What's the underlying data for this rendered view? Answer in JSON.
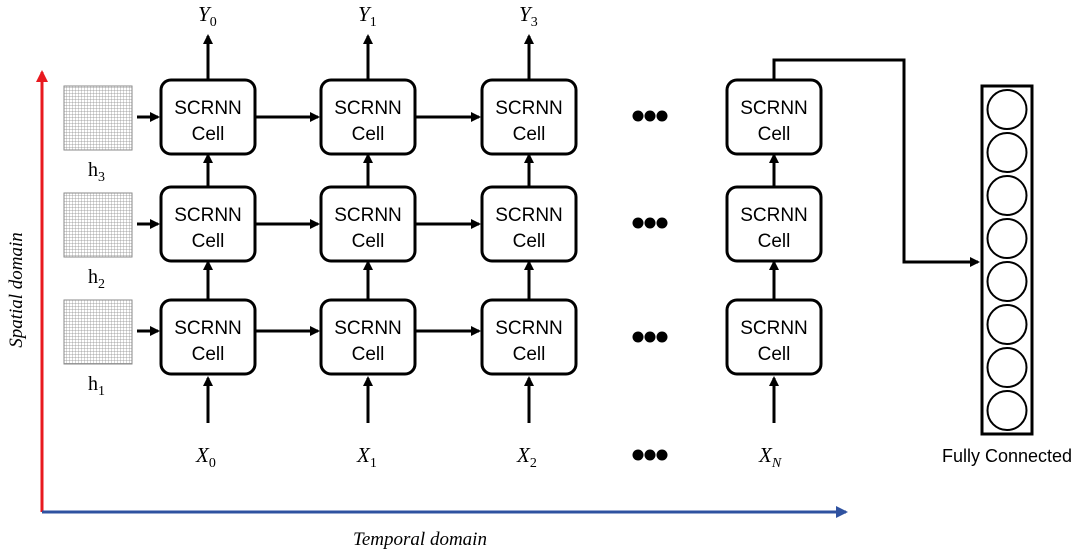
{
  "axes": {
    "vertical_label": "Spatial domain",
    "horizontal_label": "Temporal domain",
    "vertical_color": "#e8191f",
    "horizontal_color": "#2f52a0"
  },
  "cell": {
    "line1": "SCRNN",
    "line2": "Cell"
  },
  "outputs": [
    {
      "base": "Y",
      "sub": "0"
    },
    {
      "base": "Y",
      "sub": "1"
    },
    {
      "base": "Y",
      "sub": "3"
    }
  ],
  "inputs": [
    {
      "base": "X",
      "sub": "0"
    },
    {
      "base": "X",
      "sub": "1"
    },
    {
      "base": "X",
      "sub": "2"
    },
    {
      "base": "X",
      "sub": "N"
    }
  ],
  "hidden_states": [
    {
      "base": "h",
      "sub": "3"
    },
    {
      "base": "h",
      "sub": "2"
    },
    {
      "base": "h",
      "sub": "1"
    }
  ],
  "fully_connected": {
    "label": "Fully Connected",
    "neurons": 8
  }
}
